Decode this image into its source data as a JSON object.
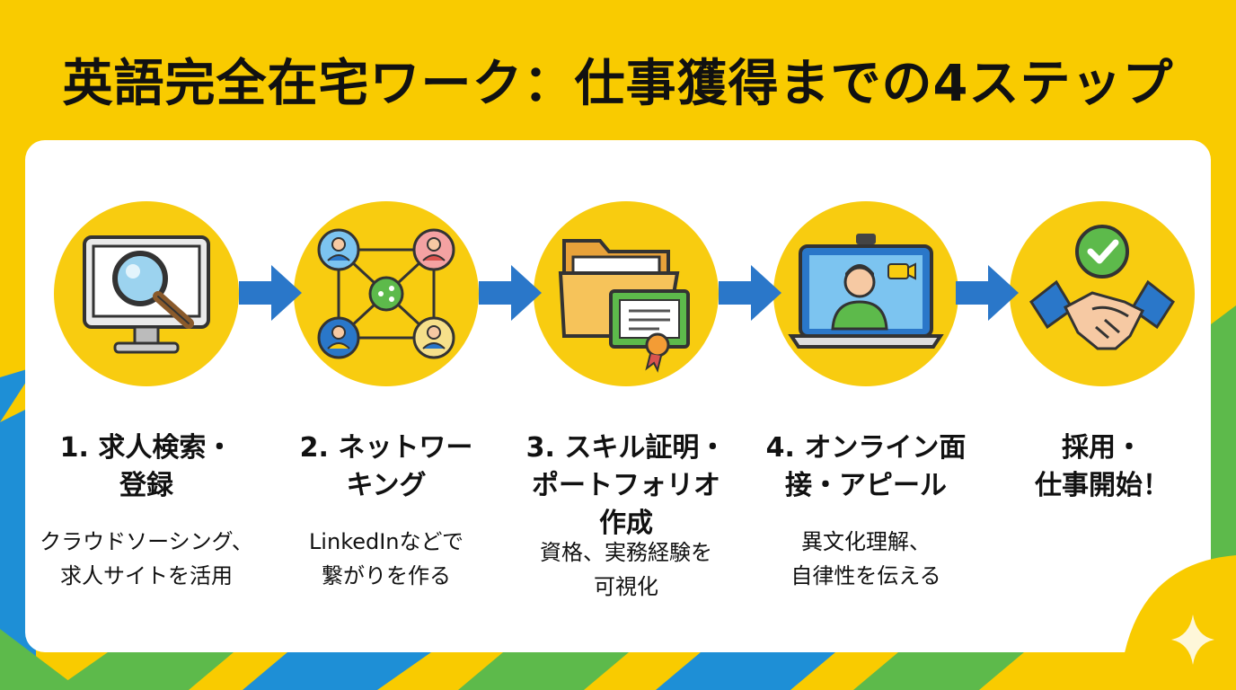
{
  "title": "英語完全在宅ワーク：仕事獲得までの4ステップ",
  "colors": {
    "background": "#F9CB00",
    "circle": "#F8CC10",
    "arrow": "#2A77C9",
    "green": "#5DBA4B",
    "blue": "#1E8FD6"
  },
  "steps": [
    {
      "title": "1. 求人検索・\n登録",
      "desc": "クラウドソーシング、\n求人サイトを活用",
      "icon": "monitor-magnifier-icon"
    },
    {
      "title": "2. ネットワー\nキング",
      "desc": "LinkedInなどで\n繋がりを作る",
      "icon": "network-people-icon"
    },
    {
      "title": "3. スキル証明・\nポートフォリオ\n作成",
      "desc": "資格、実務経験を\n可視化",
      "icon": "folder-certificate-icon"
    },
    {
      "title": "4. オンライン面\n接・アピール",
      "desc": "異文化理解、\n自律性を伝える",
      "icon": "video-call-icon"
    },
    {
      "title": "採用・\n仕事開始！",
      "desc": "",
      "icon": "handshake-check-icon"
    }
  ]
}
